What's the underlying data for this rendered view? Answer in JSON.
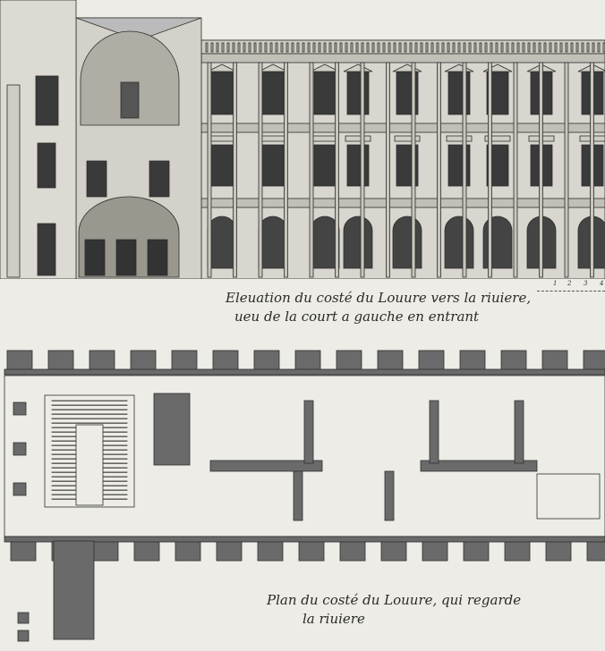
{
  "elevation": {
    "caption_line1": "Eleuation du costé du Louure vers la riuiere,",
    "caption_line2": "ueu de la court a gauche en entrant",
    "scale_numbers": [
      "1",
      "2",
      "3",
      "4"
    ]
  },
  "plan": {
    "caption_line1": "Plan du costé du Louure, qui regarde",
    "caption_line2": "la riuiere"
  },
  "colors": {
    "paper": "#edece6",
    "ink": "#2e2e2e",
    "wall_fill": "#6a6a6a"
  }
}
